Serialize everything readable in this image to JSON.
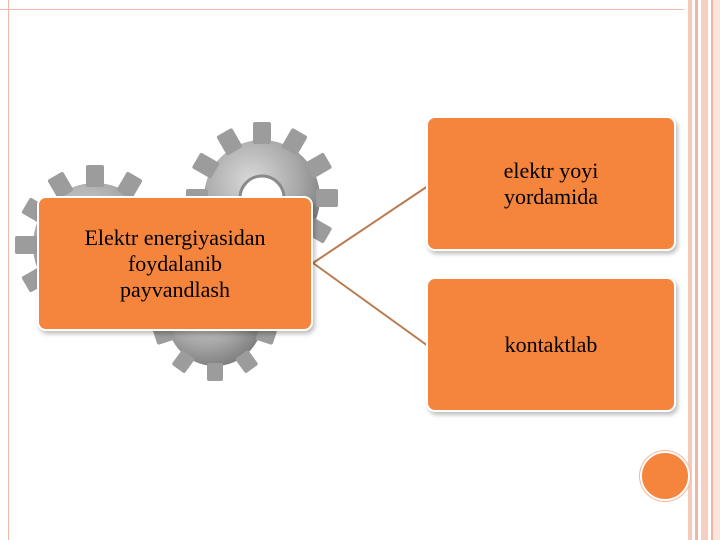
{
  "diagram": {
    "root": {
      "label": "Elektr energiyasidan\nfoydalanib\npayvandlash"
    },
    "children": [
      {
        "label": "elektr yoyi\nyordamida"
      },
      {
        "label": "kontaktlab"
      }
    ]
  },
  "colors": {
    "node_fill": "#f5843c",
    "connector": "#b97a4f",
    "frame": "#f2b9a6",
    "gear": "#9a9a9a"
  },
  "icons": [
    "gear-icon",
    "gear-icon",
    "gear-icon"
  ]
}
